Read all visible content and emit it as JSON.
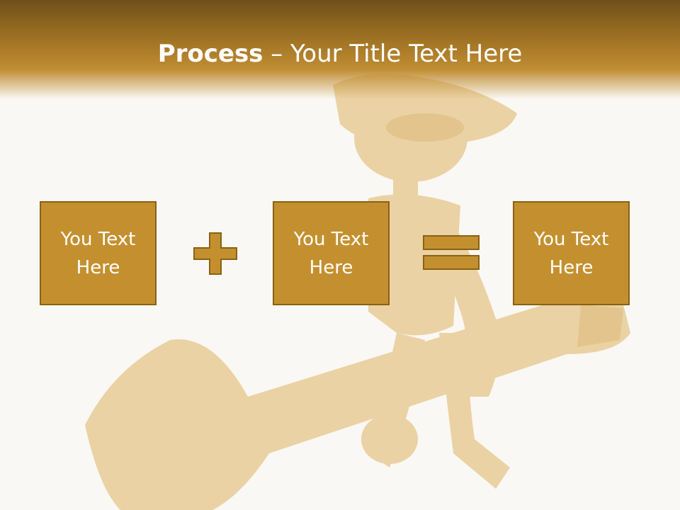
{
  "slide": {
    "title_bold": "Process",
    "title_rest": " – Your Title Text Here",
    "boxes": [
      {
        "label": "You Text Here"
      },
      {
        "label": "You Text Here"
      },
      {
        "label": "You Text Here"
      }
    ],
    "operators": [
      "plus-icon",
      "equals-icon"
    ]
  },
  "colors": {
    "header_dark": "#6f4f1a",
    "header_light": "#c08d33",
    "box_fill": "#c4902f",
    "box_border": "#8a6113",
    "background": "#faf8f4"
  }
}
